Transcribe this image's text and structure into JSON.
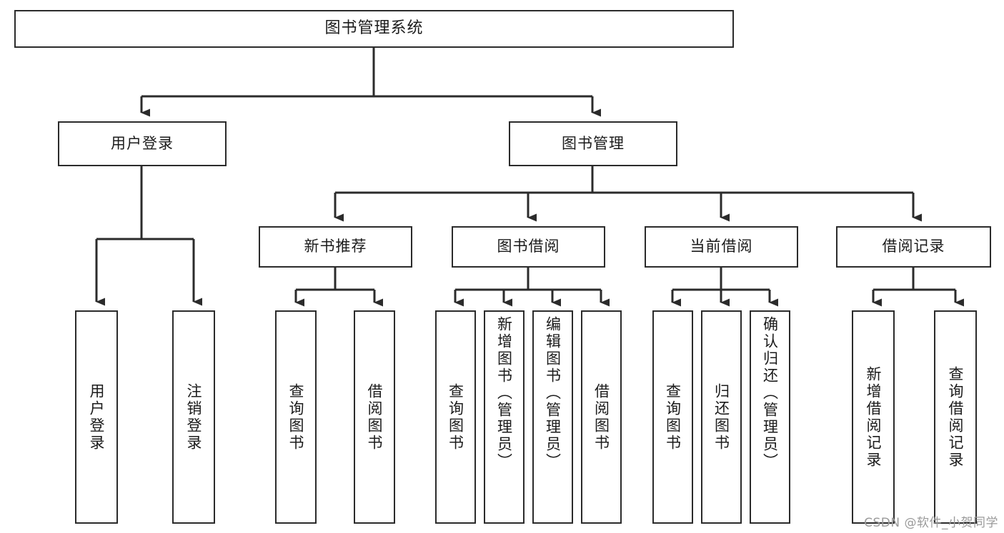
{
  "diagram": {
    "title": "图书管理系统",
    "type": "tree",
    "watermark": "CSDN @软件_小贺同学",
    "colors": {
      "box_border": "#2b2b2b",
      "box_fill": "#ffffff",
      "connector": "#2b2b2b",
      "text": "#1b1b1b",
      "watermark": "#9a9a9a"
    },
    "root": {
      "label": "图书管理系统",
      "children": [
        {
          "label": "用户登录",
          "children": [
            {
              "label": "用户登录"
            },
            {
              "label": "注销登录"
            }
          ]
        },
        {
          "label": "图书管理",
          "children": [
            {
              "label": "新书推荐",
              "children": [
                {
                  "label": "查询图书"
                },
                {
                  "label": "借阅图书"
                }
              ]
            },
            {
              "label": "图书借阅",
              "children": [
                {
                  "label": "查询图书"
                },
                {
                  "label": "新增图书（管理员）"
                },
                {
                  "label": "编辑图书（管理员）"
                },
                {
                  "label": "借阅图书"
                }
              ]
            },
            {
              "label": "当前借阅",
              "children": [
                {
                  "label": "查询图书"
                },
                {
                  "label": "归还图书"
                },
                {
                  "label": "确认归还（管理员）"
                }
              ]
            },
            {
              "label": "借阅记录",
              "children": [
                {
                  "label": "新增借阅记录"
                },
                {
                  "label": "查询借阅记录"
                }
              ]
            }
          ]
        }
      ]
    },
    "nodes": {
      "root": "图书管理系统",
      "l1_user_login": "用户登录",
      "l1_book_mgmt": "图书管理",
      "l2_new_book_rec": "新书推荐",
      "l2_book_borrow": "图书借阅",
      "l2_current_borrow": "当前借阅",
      "l2_borrow_record": "借阅记录",
      "leaf_user_login": "用户登录",
      "leaf_user_logout": "注销登录",
      "leaf_rec_query": "查询图书",
      "leaf_rec_borrow": "借阅图书",
      "leaf_borrow_query": "查询图书",
      "leaf_borrow_add": "新增图书（管理员）",
      "leaf_borrow_edit": "编辑图书（管理员）",
      "leaf_borrow_do": "借阅图书",
      "leaf_cur_query": "查询图书",
      "leaf_cur_return": "归还图书",
      "leaf_cur_confirm": "确认归还（管理员）",
      "leaf_rec_add": "新增借阅记录",
      "leaf_rec_query2": "查询借阅记录"
    }
  }
}
